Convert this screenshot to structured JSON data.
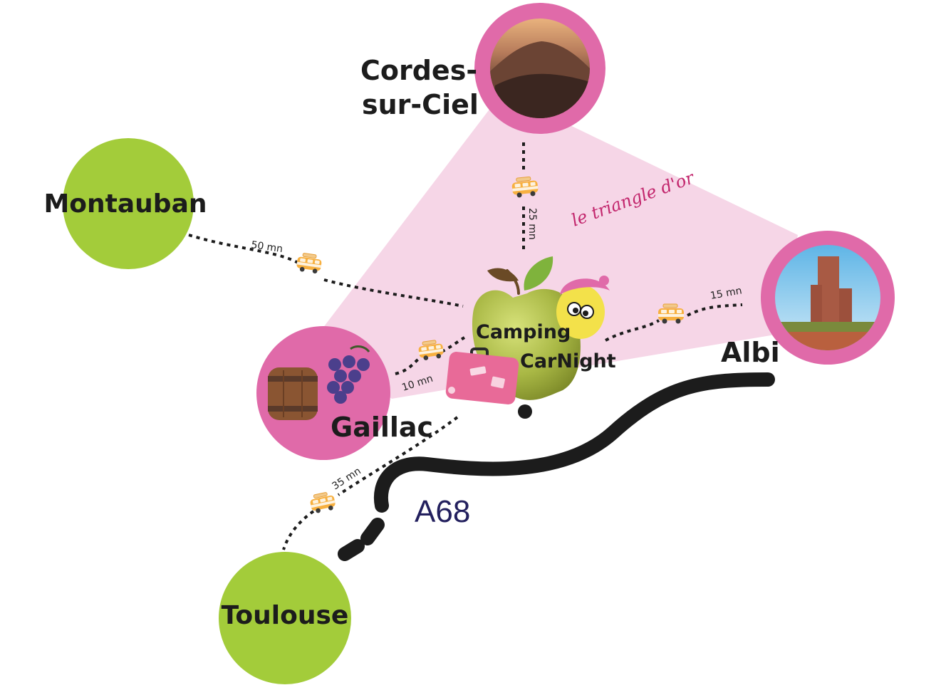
{
  "cities": {
    "cordes": {
      "line1": "Cordes-",
      "line2": "sur-Ciel"
    },
    "montauban": {
      "name": "Montauban"
    },
    "gaillac": {
      "name": "Gaillac"
    },
    "albi": {
      "name": "Albi"
    },
    "toulouse": {
      "name": "Toulouse"
    }
  },
  "camping": {
    "line1": "Camping",
    "line2": "CarNight"
  },
  "triangle_label": "le triangle d'or",
  "highway_label": "A68",
  "travel_times": {
    "montauban": "50 mn",
    "cordes": "25 mn",
    "albi": "15 mn",
    "gaillac": "10 mn",
    "toulouse": "35 mn"
  },
  "colors": {
    "green": "#a3cc3a",
    "pink_ring": "#e06aa9",
    "triangle": "#f6d6e7",
    "triangle_label": "#c2256c",
    "highway_label": "#23205e",
    "van": "#f7b040"
  },
  "icons": [
    "camper-van-icon",
    "apple-icon",
    "mascot-icon",
    "suitcase-icon",
    "barrel-icon",
    "grapes-icon"
  ]
}
